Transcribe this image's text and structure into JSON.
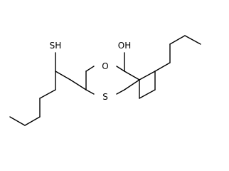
{
  "molecule": {
    "atom_labels": {
      "hydroxyl": "OH",
      "ring_oxygen": "O",
      "ring_sulfur": "S",
      "thiol": "SH"
    },
    "colors": {
      "bond": "#000000",
      "label": "#000000",
      "background": "#ffffff"
    }
  }
}
